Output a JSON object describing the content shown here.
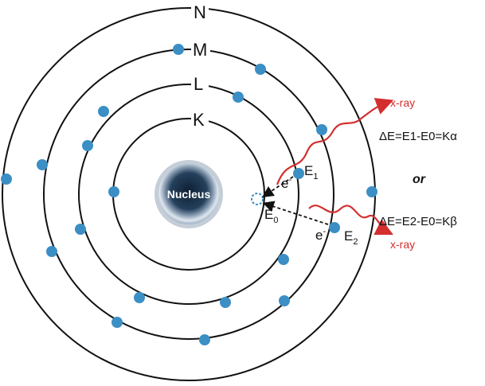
{
  "diagram": {
    "shells": [
      {
        "label": "N"
      },
      {
        "label": "M"
      },
      {
        "label": "L"
      },
      {
        "label": "K"
      }
    ],
    "nucleus_label": "Nucleus",
    "electron_labels": {
      "e1": "e",
      "e2": "e",
      "superscript": "-"
    },
    "energy_levels": {
      "E0": {
        "base": "E",
        "sub": "0"
      },
      "E1": {
        "base": "E",
        "sub": "1"
      },
      "E2": {
        "base": "E",
        "sub": "2"
      }
    },
    "xray_label": "x-ray",
    "or_label": "or",
    "equation_alpha": {
      "text": "ΔE=E1-E0=Kα"
    },
    "equation_beta": {
      "text": "ΔE=E2-E0=Kβ"
    },
    "colors": {
      "electron": "#3b8fc4",
      "orbit": "#111111",
      "xray": "#d32f2f"
    }
  }
}
